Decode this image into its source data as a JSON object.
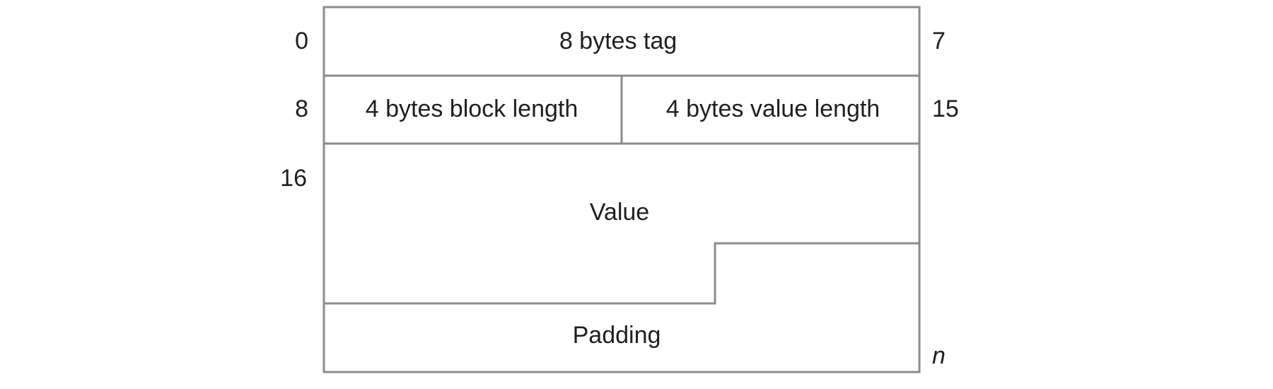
{
  "diagram": {
    "fields": {
      "tag": "8 bytes tag",
      "block_length": "4 bytes block length",
      "value_length": "4 bytes value length",
      "value": "Value",
      "padding": "Padding"
    },
    "offsets": {
      "row1_start": "0",
      "row1_end": "7",
      "row2_start": "8",
      "row2_end": "15",
      "value_start": "16",
      "end": "n"
    },
    "colors": {
      "border": "#8c8c8c",
      "text": "#1f1f1f",
      "background": "#ffffff"
    }
  }
}
